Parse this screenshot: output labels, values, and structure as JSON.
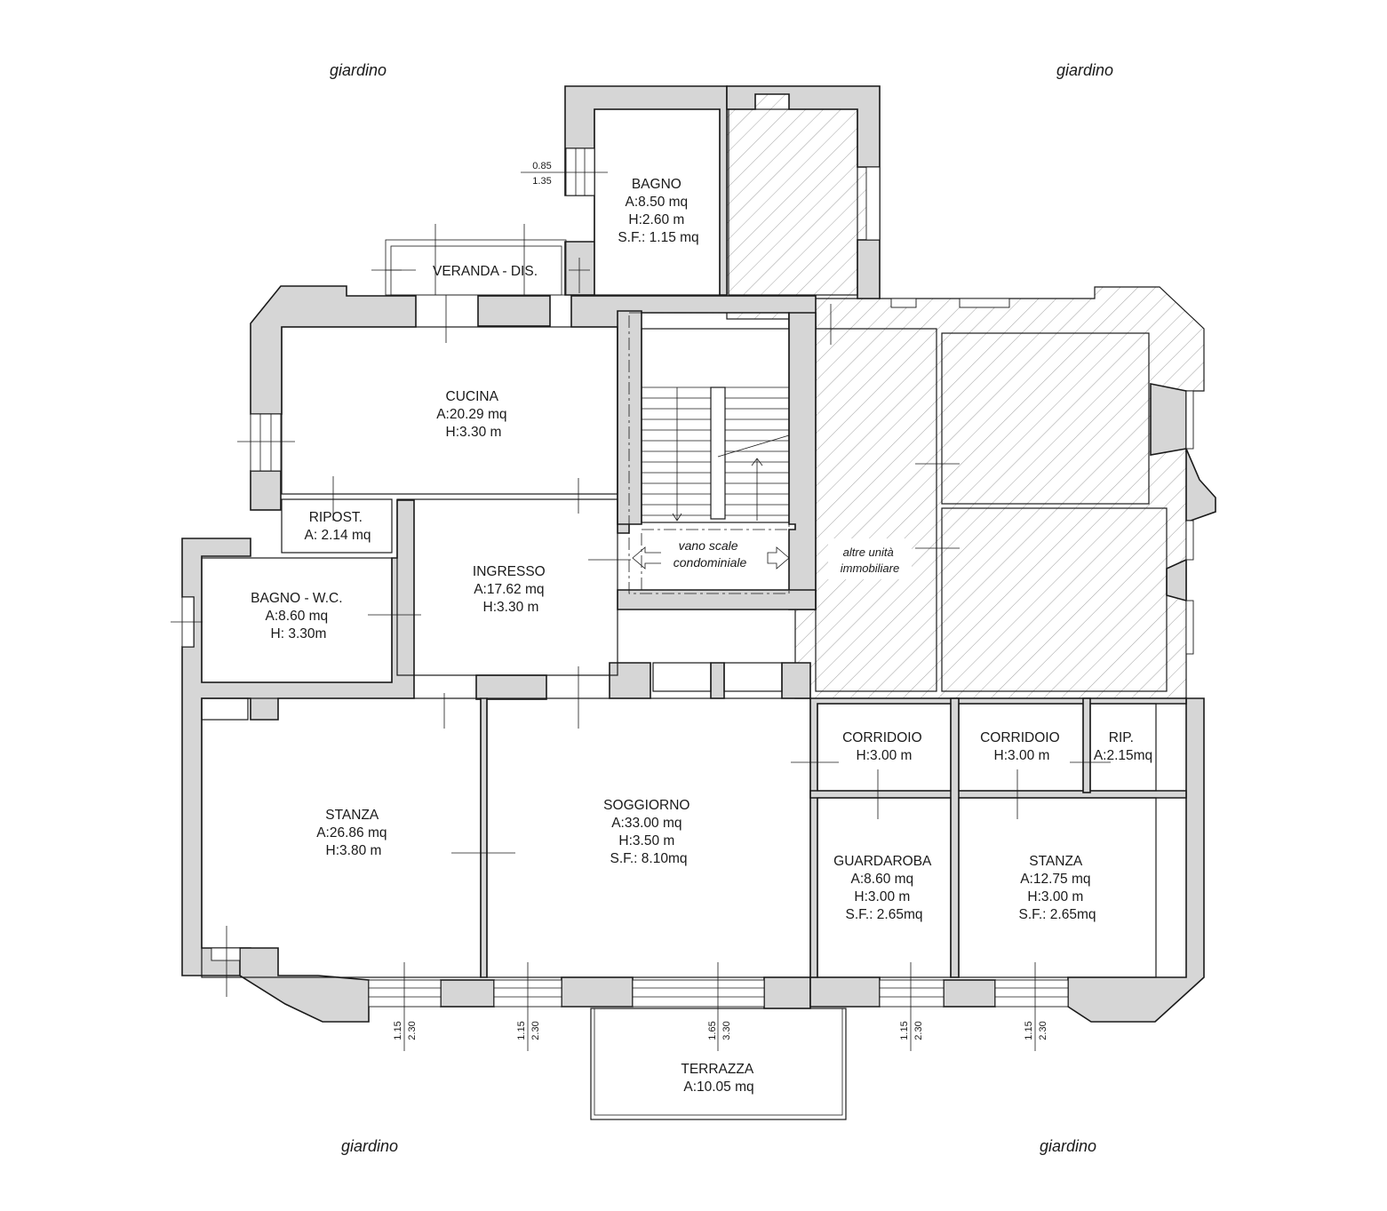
{
  "garden_labels": [
    "giardino",
    "giardino",
    "giardino",
    "giardino"
  ],
  "rooms": {
    "bagno_top": [
      "BAGNO",
      "A:8.50 mq",
      "H:2.60 m",
      "S.F.: 1.15 mq"
    ],
    "veranda": [
      "VERANDA - DIS."
    ],
    "cucina": [
      "CUCINA",
      "A:20.29 mq",
      "H:3.30 m"
    ],
    "ripost": [
      "RIPOST.",
      "A: 2.14 mq"
    ],
    "bagno_wc": [
      "BAGNO - W.C.",
      "A:8.60 mq",
      "H: 3.30m"
    ],
    "ingresso": [
      "INGRESSO",
      "A:17.62 mq",
      "H:3.30 m"
    ],
    "stanza_left": [
      "STANZA",
      "A:26.86 mq",
      "H:3.80 m"
    ],
    "soggiorno": [
      "SOGGIORNO",
      "A:33.00 mq",
      "H:3.50 m",
      "S.F.: 8.10mq"
    ],
    "corridoio_1": [
      "CORRIDOIO",
      "H:3.00 m"
    ],
    "corridoio_2": [
      "CORRIDOIO",
      "H:3.00 m"
    ],
    "rip": [
      "RIP.",
      "A:2.15mq"
    ],
    "guardaroba": [
      "GUARDAROBA",
      "A:8.60 mq",
      "H:3.00 m",
      "S.F.: 2.65mq"
    ],
    "stanza_right": [
      "STANZA",
      "A:12.75 mq",
      "H:3.00 m",
      "S.F.: 2.65mq"
    ],
    "terrazza": [
      "TERRAZZA",
      "A:10.05 mq"
    ]
  },
  "notes": {
    "vano_scale": [
      "vano scale",
      "condominiale"
    ],
    "altre_unita": [
      "altre unità",
      "immobiliare"
    ]
  },
  "window_dims": {
    "bagno_window": [
      "0.85",
      "1.35"
    ],
    "bottom_1": [
      "1.15",
      "2.30"
    ],
    "bottom_2": [
      "1.15",
      "2.30"
    ],
    "bottom_3": [
      "1.65",
      "3.30"
    ],
    "bottom_4": [
      "1.15",
      "2.30"
    ],
    "bottom_5": [
      "1.15",
      "2.30"
    ]
  }
}
